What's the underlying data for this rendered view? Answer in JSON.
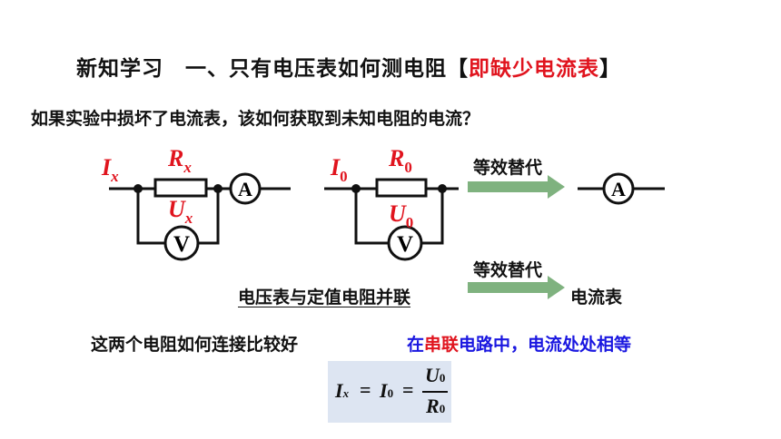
{
  "title": {
    "prefix": "新知学习　一、只有电压表如何测电阻【",
    "highlight": "即缺少电流表",
    "suffix": "】"
  },
  "question": "如果实验中损坏了电流表，该如何获取到未知电阻的电流？",
  "circuit_left": {
    "current_label": "I",
    "current_sub": "x",
    "resistor_label": "R",
    "resistor_sub": "x",
    "voltage_label": "U",
    "voltage_sub": "x",
    "ammeter": "A",
    "voltmeter": "V"
  },
  "circuit_right": {
    "current_label": "I",
    "current_sub": "0",
    "resistor_label": "R",
    "resistor_sub": "0",
    "voltage_label": "U",
    "voltage_sub": "0",
    "voltmeter": "V"
  },
  "substitution_label_1": "等效替代",
  "substitution_label_2": "等效替代",
  "result_ammeter": "A",
  "parallel_text": "电压表与定值电阻并联",
  "ammeter_text": "电流表",
  "how_connect": "这两个电阻如何连接比较好",
  "conclusion": {
    "part1": "在串联",
    "part2": "电路中，",
    "part3": "电流处处相等"
  },
  "formula": {
    "lhs": "I",
    "lhs_sub": "x",
    "eq1": "=",
    "mid": "I",
    "mid_sub": "0",
    "eq2": "=",
    "num": "U",
    "num_sub": "0",
    "den": "R",
    "den_sub": "0"
  },
  "colors": {
    "red": "#e0141e",
    "blue": "#1a17e0",
    "arrow": "#7fb27f",
    "box": "#dde5f2"
  }
}
